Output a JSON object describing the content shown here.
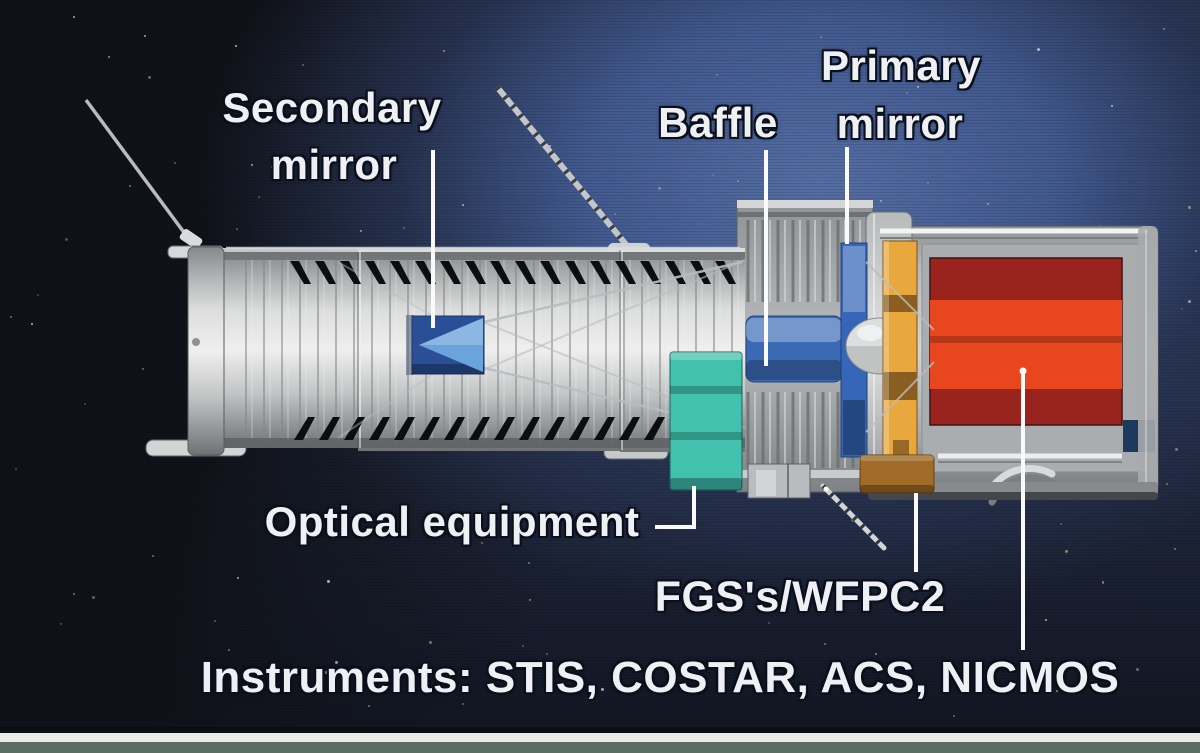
{
  "diagram": {
    "description": "Hubble Space Telescope cutaway diagram",
    "labels": {
      "secondary_mirror": {
        "line1": "Secondary",
        "line2": "mirror"
      },
      "baffle": {
        "text": "Baffle"
      },
      "primary_mirror": {
        "line1": "Primary",
        "line2": "mirror"
      },
      "optical_equipment": {
        "text": "Optical equipment"
      },
      "fgs_wfpc2": {
        "text": "FGS's/WFPC2"
      },
      "instruments": {
        "text": "Instruments: STIS, COSTAR, ACS, NICMOS"
      }
    },
    "colors": {
      "bg_dark": "#101219",
      "bg_blue": "#41598e",
      "bg_glow": "#546da3",
      "bg_mid": "#232c44",
      "teeth": "#0b0d11",
      "secondary_blue": "#2b4f97",
      "secondary_cone": "#6ba3dc",
      "central_baffle": "#3b6ab5",
      "primary_blue": "#3566b8",
      "gold": "#e9a83d",
      "gold_dark": "#8a5e20",
      "brown": "#a06c28",
      "teal": "#41c1ae",
      "red_bright": "#e8461f",
      "red_dark": "#99241d",
      "navy_panel": "#1d3a5e",
      "leader_line": "#fafafa",
      "label_text": "#eef0f3",
      "footer_line": "#e9ebe9",
      "footer_strip": "#5a6d60",
      "star_warm": "#c9996a",
      "star_cool": "#ccd0d8"
    }
  }
}
